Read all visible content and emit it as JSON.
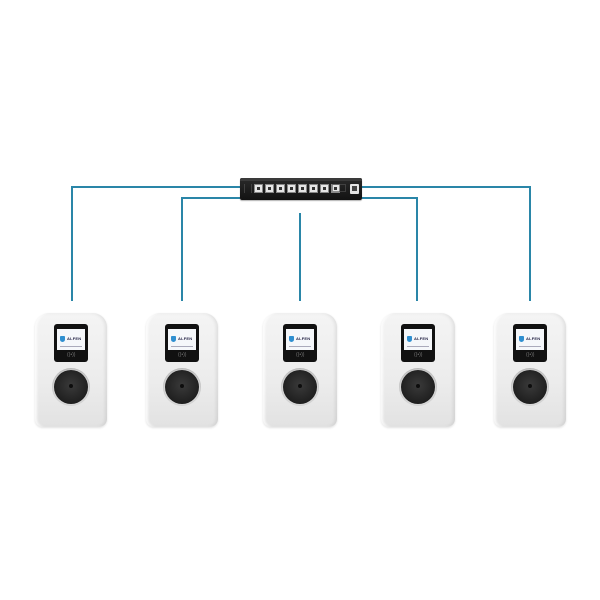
{
  "diagram": {
    "type": "network-topology",
    "description": "Network switch connected to five EV wall chargers",
    "wire_color": "#2a86a8",
    "switch": {
      "label": "",
      "port_count": 8
    },
    "chargers": [
      {
        "id": "charger-1",
        "brand": "ALFEN",
        "rfid_symbol": "((•))"
      },
      {
        "id": "charger-2",
        "brand": "ALFEN",
        "rfid_symbol": "((•))"
      },
      {
        "id": "charger-3",
        "brand": "ALFEN",
        "rfid_symbol": "((•))"
      },
      {
        "id": "charger-4",
        "brand": "ALFEN",
        "rfid_symbol": "((•))"
      },
      {
        "id": "charger-5",
        "brand": "ALFEN",
        "rfid_symbol": "((•))"
      }
    ]
  }
}
